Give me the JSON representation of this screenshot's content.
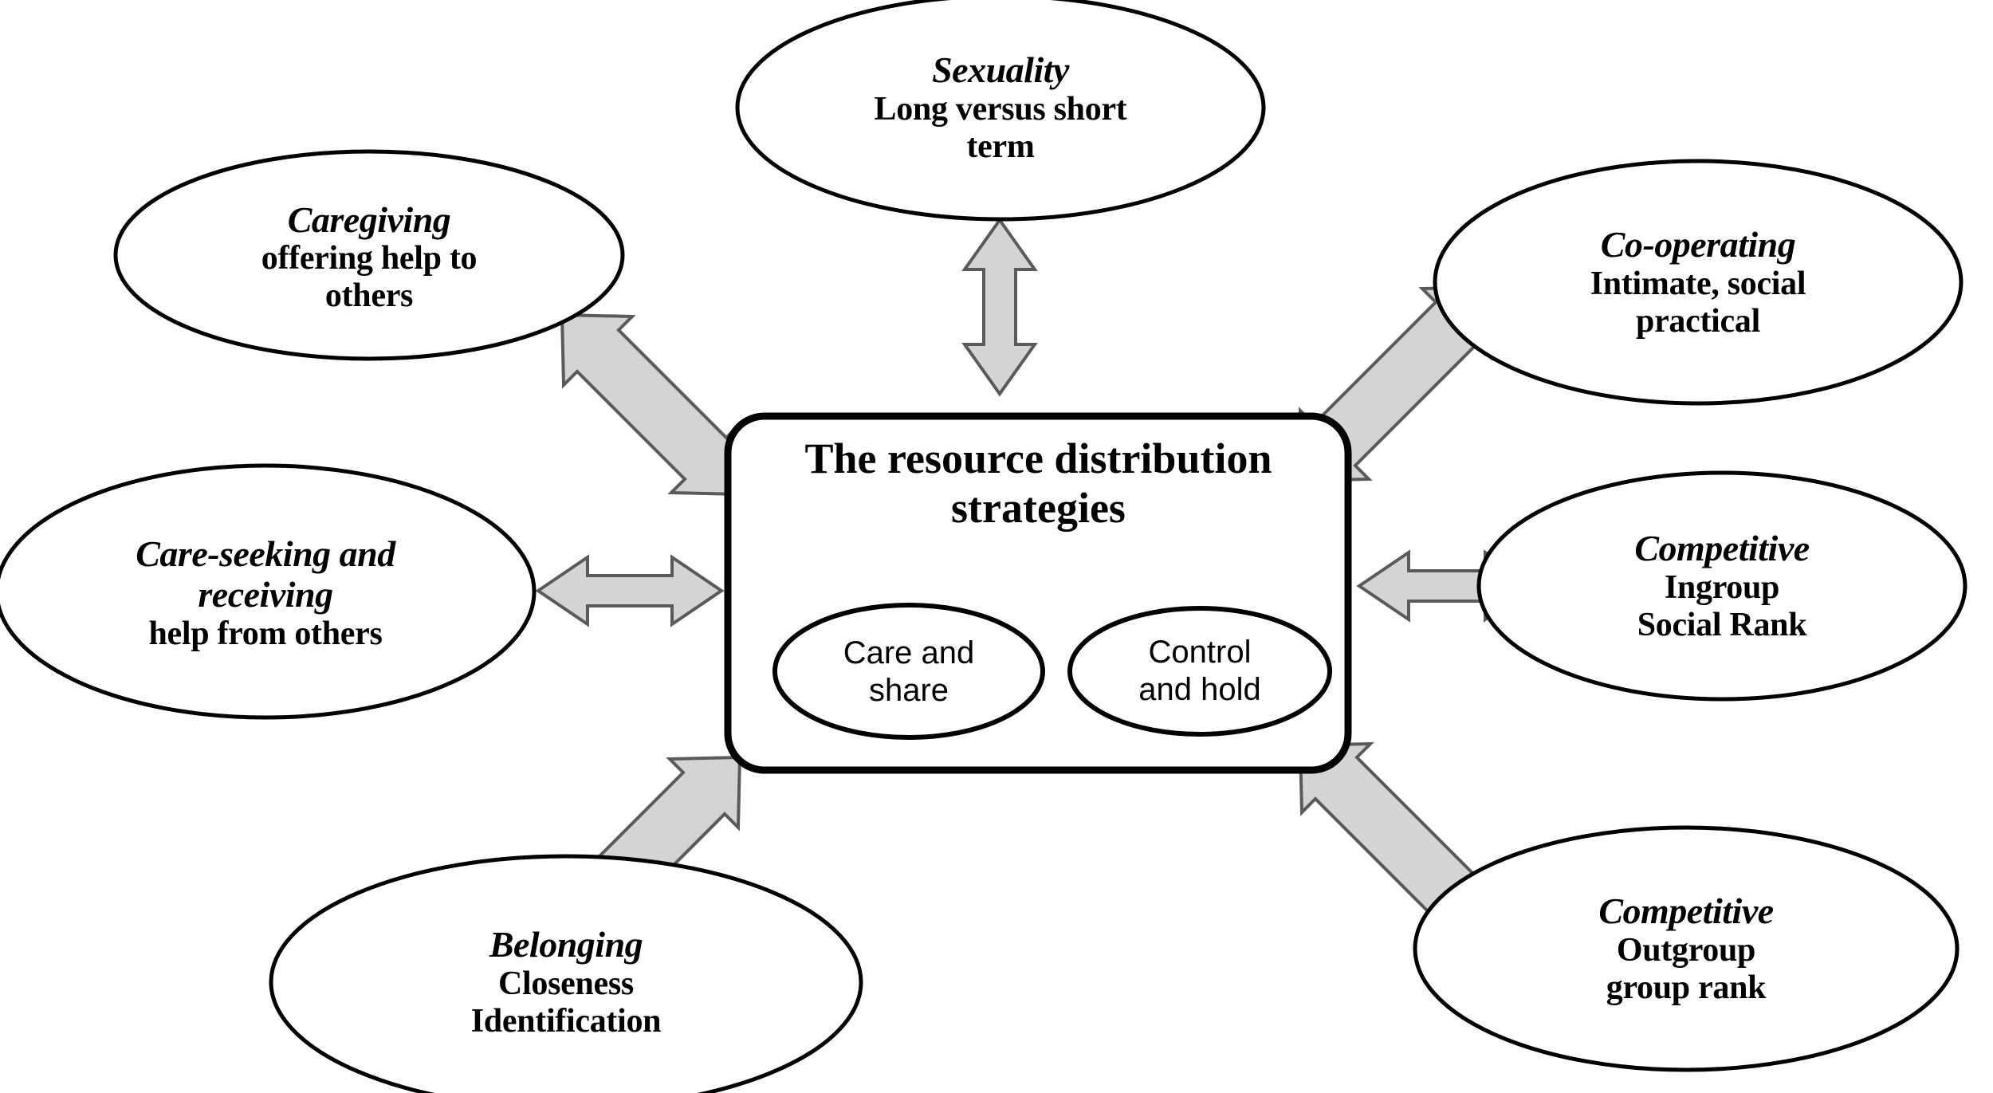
{
  "diagram": {
    "center": {
      "title": "The resource\ndistribution strategies",
      "title_display": "The resource distribution\nstrategies",
      "inner_nodes": [
        {
          "label": "Care and\nshare"
        },
        {
          "label": "Control\nand hold"
        }
      ]
    },
    "nodes": [
      {
        "id": "sexuality",
        "title": "Sexuality",
        "sub": "Long versus short\nterm"
      },
      {
        "id": "caregiving",
        "title": "Caregiving",
        "sub": "offering help to\nothers"
      },
      {
        "id": "care-seeking",
        "title": "Care-seeking and\nreceiving",
        "sub": "help from others"
      },
      {
        "id": "belonging",
        "title": "Belonging",
        "sub": "Closeness\nIdentification"
      },
      {
        "id": "co-operating",
        "title": "Co-operating",
        "sub": "Intimate, social\npractical"
      },
      {
        "id": "competitive-ingroup",
        "title": "Competitive",
        "sub": "Ingroup\nSocial Rank"
      },
      {
        "id": "competitive-outgroup",
        "title": "Competitive",
        "sub": "Outgroup\ngroup rank"
      }
    ],
    "connectors": [
      {
        "id": "connector-sexuality",
        "direction": "vertical-double"
      },
      {
        "id": "connector-caregiving",
        "direction": "diagonal-double-nwse"
      },
      {
        "id": "connector-care-seeking",
        "direction": "horizontal-double"
      },
      {
        "id": "connector-belonging",
        "direction": "diagonal-double-swne"
      },
      {
        "id": "connector-co-operating",
        "direction": "diagonal-double-swne"
      },
      {
        "id": "connector-competitive-ingroup",
        "direction": "horizontal-double"
      },
      {
        "id": "connector-competitive-outgroup",
        "direction": "diagonal-double-nwse"
      }
    ],
    "colors": {
      "background": "#ffffff",
      "outline": "#000000",
      "arrow_fill": "#d4d4d4",
      "arrow_stroke": "#5a5a5a",
      "text": "#000000"
    }
  }
}
